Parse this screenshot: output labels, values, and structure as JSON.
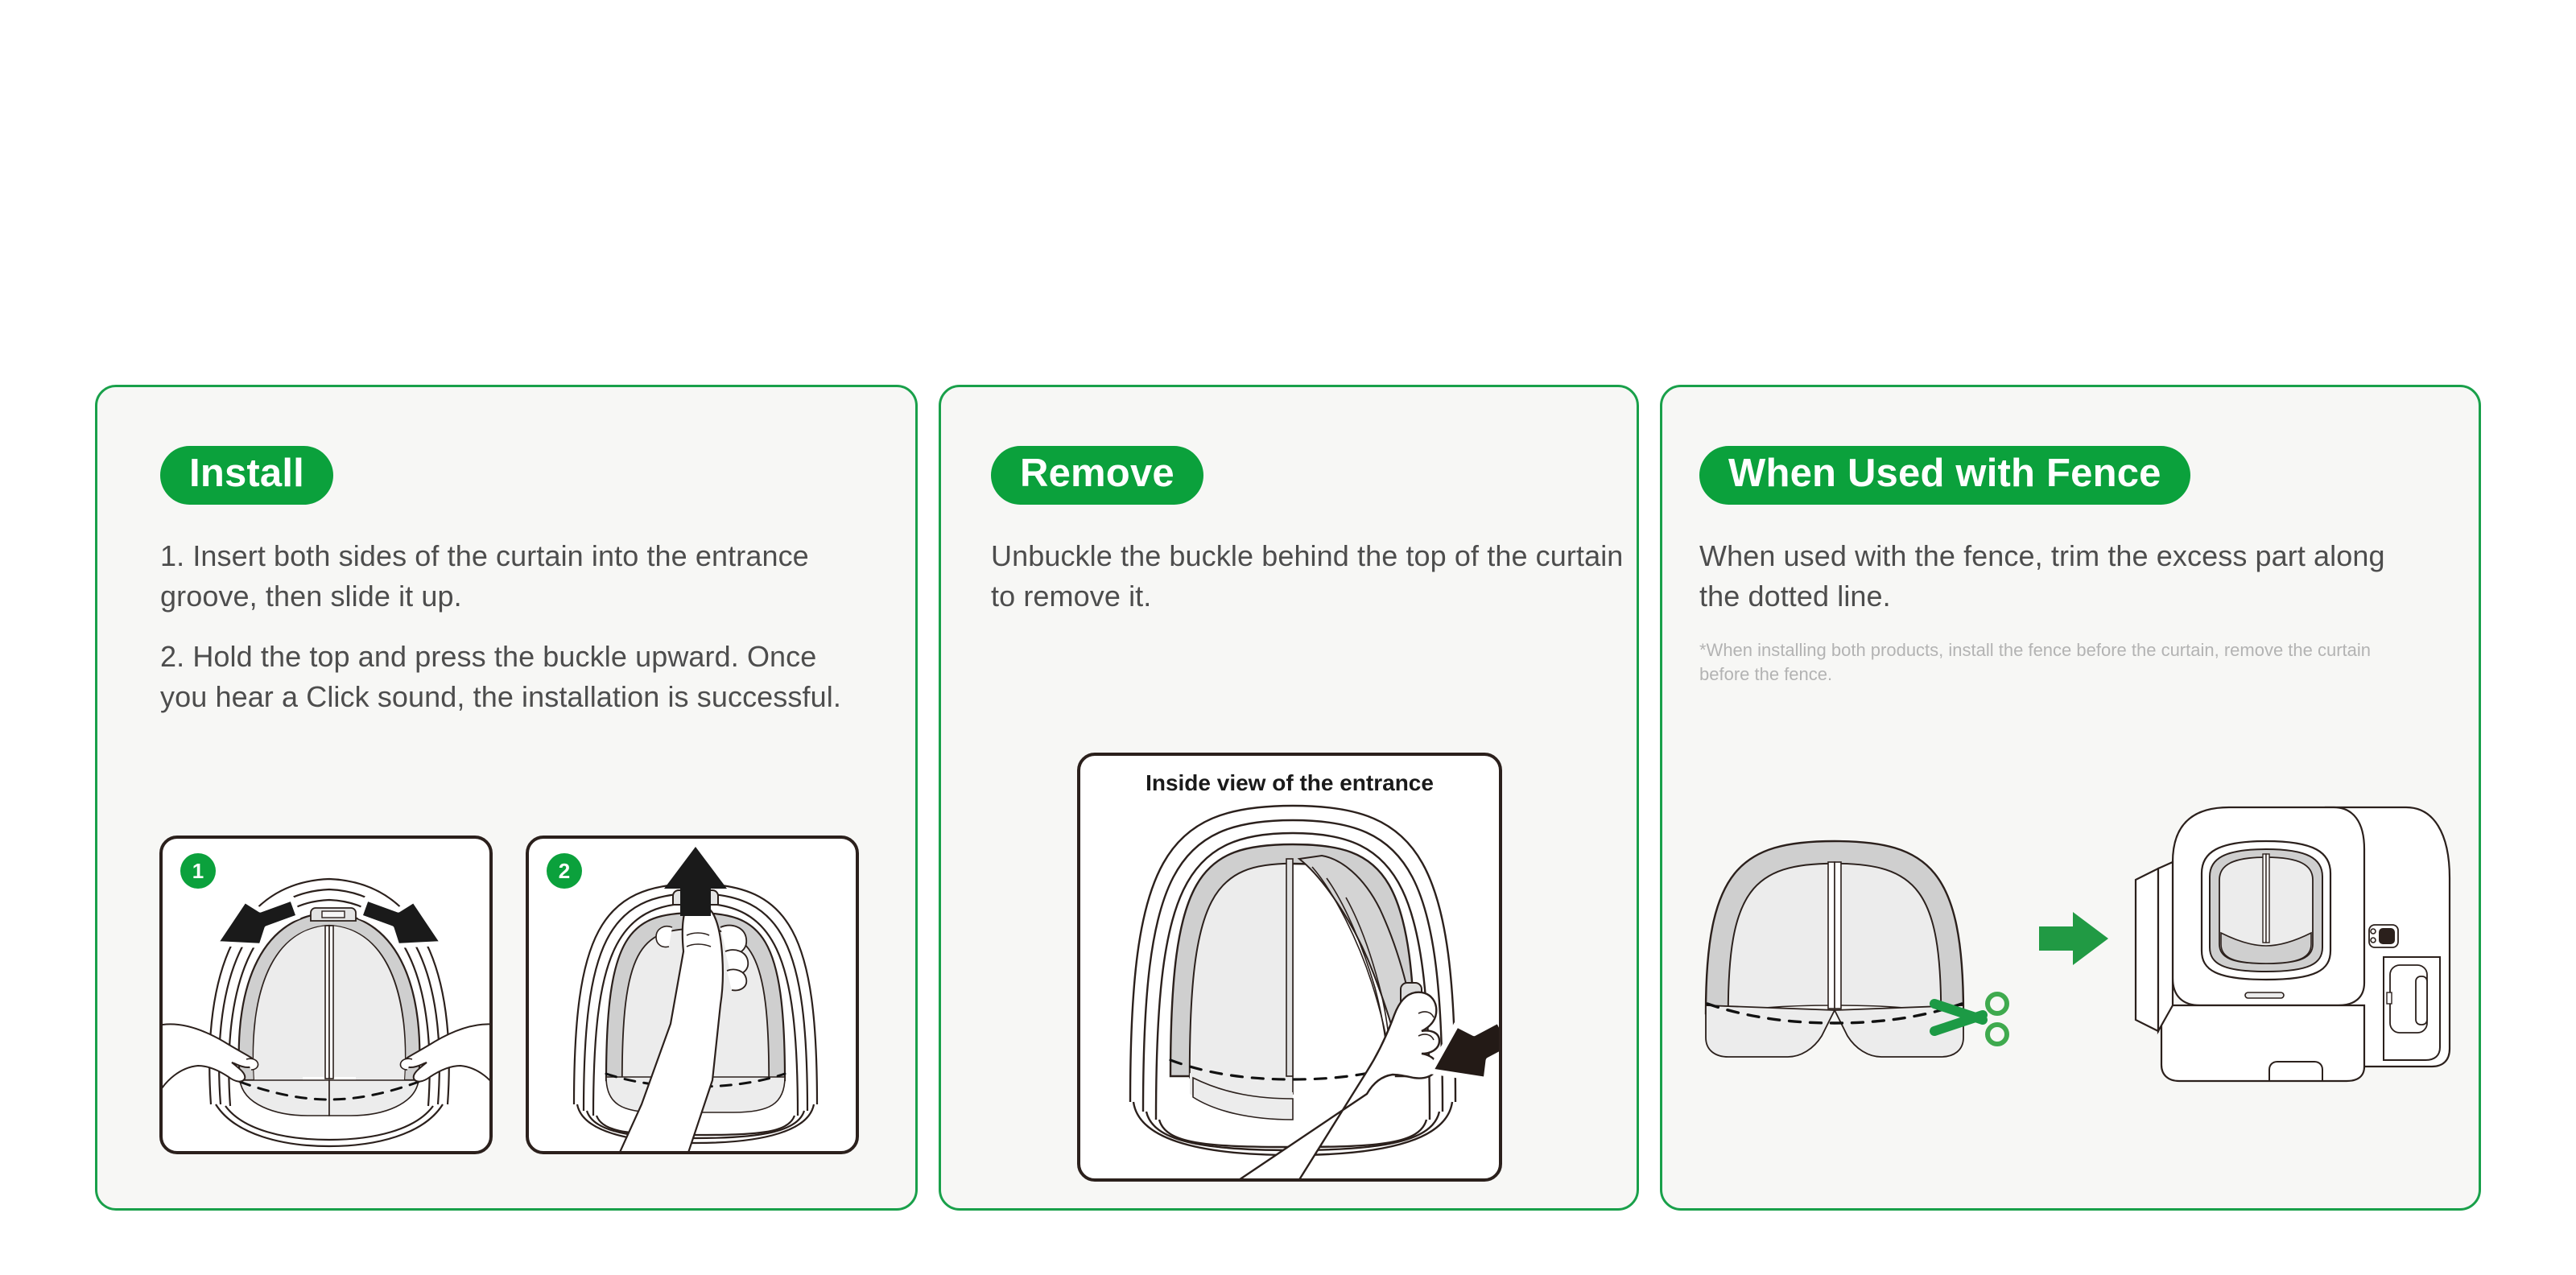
{
  "page": {
    "background": "#ffffff",
    "accent_green": "#0ba13c",
    "panel_background": "#f7f7f5",
    "panel_border": "#19a04a",
    "body_text_color": "#4d4d4d",
    "note_text_color": "#b3b3b3",
    "line_color": "#2b201c"
  },
  "panels": [
    {
      "id": "install",
      "heading": "Install",
      "paragraphs": [
        "1. Insert both sides of the curtain into the entrance groove, then slide it up.",
        "2. Hold the top and press the buckle upward. Once you hear a Click sound, the installation is successful."
      ],
      "illustrations": [
        {
          "badge": "1",
          "name": "insert-curtain-sides-diagram"
        },
        {
          "badge": "2",
          "name": "press-buckle-upward-diagram"
        }
      ]
    },
    {
      "id": "remove",
      "heading": "Remove",
      "paragraphs": [
        "Unbuckle the buckle behind the top of the curtain to remove it."
      ],
      "illustration_caption": "Inside view of the entrance"
    },
    {
      "id": "fence",
      "heading": "When Used with Fence",
      "paragraphs": [
        "When used with the fence, trim the excess part along the dotted line."
      ],
      "note": "*When installing both products, install the fence before the curtain, remove the curtain before the fence.",
      "icons": {
        "scissors": "scissors-icon",
        "arrow": "arrow-right-icon",
        "device": "litter-box-device-illustration"
      }
    }
  ]
}
